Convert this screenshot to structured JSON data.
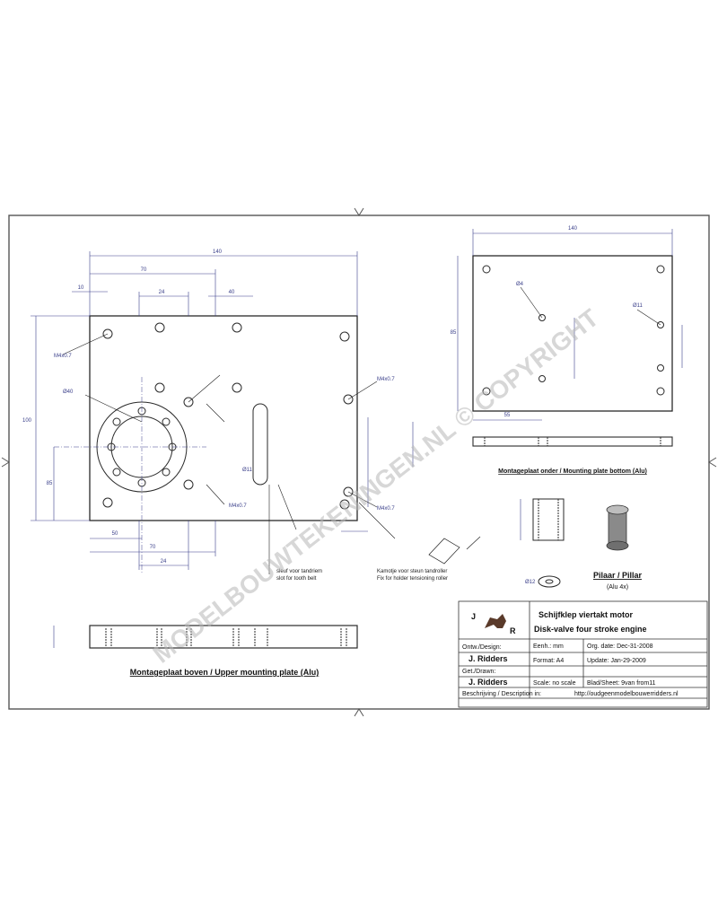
{
  "drawing": {
    "top_plate_title": "Montageplaat boven / Upper mounting plate (Alu)",
    "bottom_plate_title": "Montageplaat onder / Mounting plate bottom (Alu)",
    "pillar_title": "Pilaar / Pillar",
    "pillar_sub": "(Alu 4x)",
    "slot_note_nl": "sleuf voor tandriem",
    "slot_note_en": "slot for tooth belt",
    "recess_note_nl": "Kamotje voor steun tandroller",
    "recess_note_en": "Fix for holder tensioning roller",
    "watermark_1": "MODELBOUWTEKENINGEN.NL © COPYRIGHT"
  },
  "dims": {
    "top_overall": "140",
    "top_70": "70",
    "top_24": "24",
    "top_40": "40",
    "top_10": "10",
    "top_left_100": "100",
    "top_left_85": "85",
    "top_bottom_50": "50",
    "top_bottom_70": "70",
    "top_bottom_24": "24",
    "m4_a": "M4x0.7",
    "m4_b": "M4x0.7",
    "m4_c": "M4x0.7",
    "m4_d": "M4x0.7",
    "d40": "Ø40",
    "d11": "Ø11",
    "bot_overall": "140",
    "bot_height": "85",
    "bot_55": "55",
    "bot_d4": "Ø4",
    "bot_d11": "Ø11",
    "pillar_d": "Ø12"
  },
  "title_block": {
    "logo_j": "J",
    "logo_r": "R",
    "title_nl": "Schijfklep viertakt motor",
    "title_en": "Disk-valve four stroke engine",
    "design_label": "Ontw./Design:",
    "design_value": "J. Ridders",
    "drawn_label": "Get./Drawn:",
    "drawn_value": "J. Ridders",
    "units": "Eenh.: mm",
    "format": "Format: A4",
    "scale": "Scale: no scale",
    "org_date": "Org. date: Dec-31-2008",
    "update": "Update: Jan-29-2009",
    "sheet": "Blad/Sheet: 9van from11",
    "description": "Beschrijving / Description in:",
    "url": "http://oudgeenmodelbouwerridders.nl"
  },
  "colors": {
    "line": "#2a2a2a",
    "dimension": "#3a3f8a",
    "frame": "#4a4a4a"
  }
}
